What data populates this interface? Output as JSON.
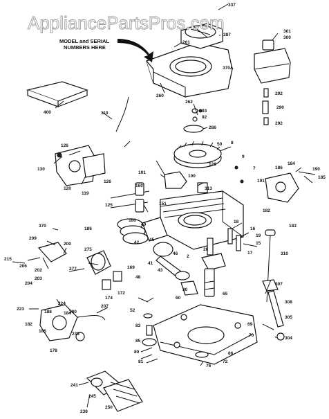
{
  "watermark": "AppliancePartsPros.com",
  "note": {
    "line1": "MODEL and SERIAL",
    "line2": "NUMBERS HERE"
  },
  "labels": {
    "l337": "337",
    "l287": "287",
    "l261": "261",
    "l301": "301",
    "l300": "300",
    "l370A": "370A",
    "l260": "260",
    "l400": "400",
    "l262": "262",
    "l292a": "292",
    "l290": "290",
    "l292b": "292",
    "l93": "93",
    "l92": "92",
    "l110": "110",
    "l286": "286",
    "l126a": "126",
    "l130": "130",
    "l120": "120",
    "l119": "119",
    "l101": "101",
    "l100": "100",
    "l50": "50",
    "l8": "8",
    "l126b": "126",
    "l9": "9",
    "l7": "7",
    "l186a": "186",
    "l184": "184",
    "l190": "190",
    "l191": "191",
    "l185": "185",
    "l182a": "182",
    "l183": "183",
    "l160a": "160",
    "l125": "125",
    "l313": "313",
    "l151": "151",
    "l126c": "126",
    "l370": "370",
    "l186b": "186",
    "l160b": "160",
    "l40": "40",
    "l42": "42",
    "l18": "18",
    "l16": "16",
    "l19": "19",
    "l15": "15",
    "l17": "17",
    "l310": "310",
    "l209": "209",
    "l200": "200",
    "l215": "215",
    "l206": "206",
    "l202": "202",
    "l203": "203",
    "l204": "204",
    "l275": "275",
    "l277": "277",
    "l169": "169",
    "l172": "172",
    "l174": "174",
    "l45": "45",
    "l46": "46",
    "l2": "2",
    "l20": "20",
    "l41": "41",
    "l43": "43",
    "l48": "48",
    "l30": "30",
    "l60": "60",
    "l65": "65",
    "l307": "307",
    "l308": "308",
    "l223": "223",
    "l224": "224",
    "l380": "380",
    "l207": "207",
    "l182b": "182",
    "l188": "188",
    "l184b": "184",
    "l185b": "185",
    "l178": "178",
    "l239": "239",
    "l52": "52",
    "l83": "83",
    "l69": "69",
    "l70": "70",
    "l305": "305",
    "l304": "304",
    "l85": "85",
    "l80": "80",
    "l81": "81",
    "l76": "76",
    "l72": "72",
    "l86": "86",
    "l241": "241",
    "l245": "245",
    "l250": "250",
    "l238": "238"
  }
}
